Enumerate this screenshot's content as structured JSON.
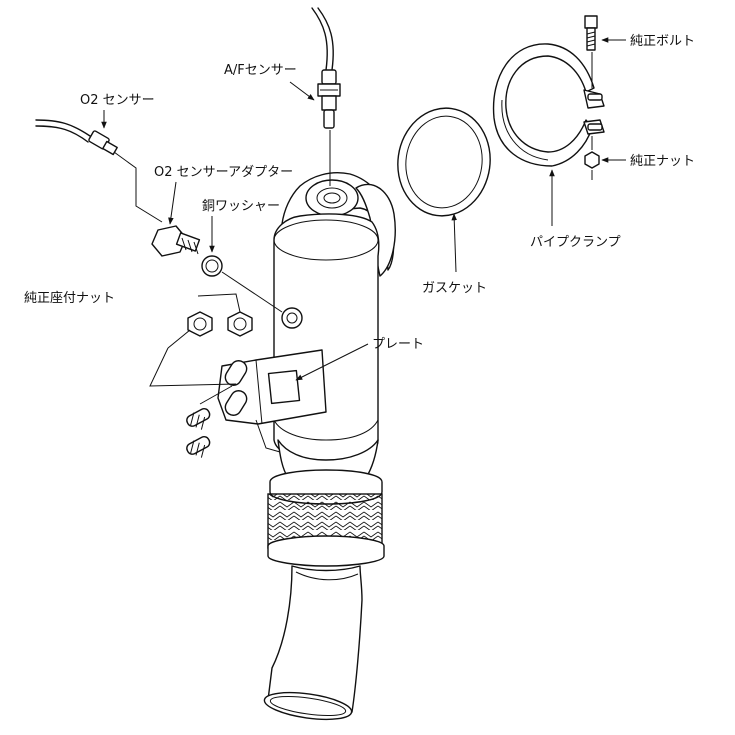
{
  "labels": {
    "af_sensor": "A/Fセンサー",
    "o2_sensor": "O2 センサー",
    "o2_adapter": "O2 センサーアダプター",
    "copper_washer": "銅ワッシャー",
    "oem_flange_nut": "純正座付ナット",
    "plate": "プレート",
    "gasket": "ガスケット",
    "pipe_clamp": "パイプクランプ",
    "oem_bolt": "純正ボルト",
    "oem_nut": "純正ナット"
  }
}
